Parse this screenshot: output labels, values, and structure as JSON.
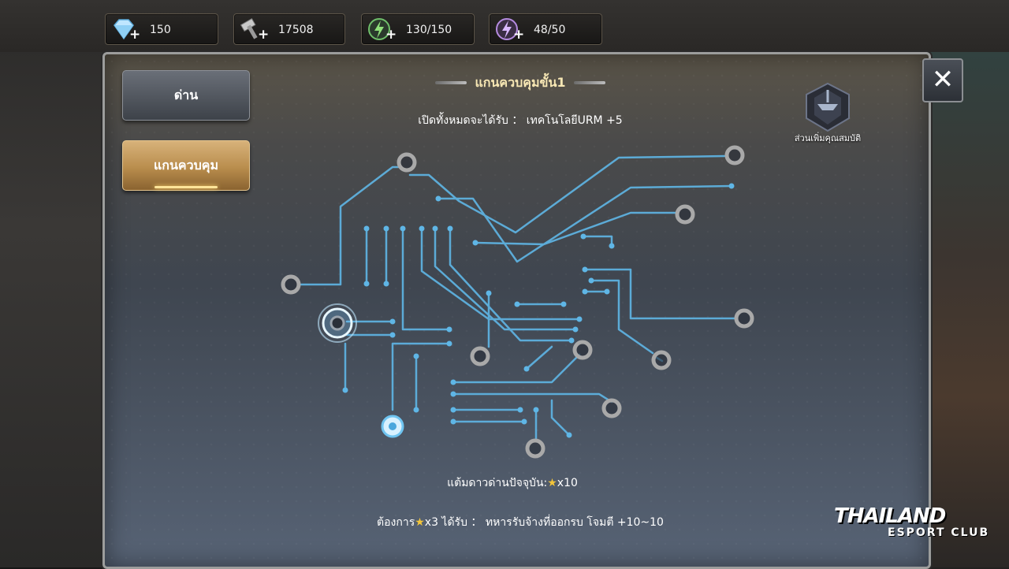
{
  "resources": [
    {
      "icon": "diamond-icon",
      "value": "150"
    },
    {
      "icon": "hammer-icon",
      "value": "17508"
    },
    {
      "icon": "green-energy-icon",
      "value": "130/150"
    },
    {
      "icon": "purple-energy-icon",
      "value": "48/50"
    }
  ],
  "side_menu": {
    "stage_label": "ด่าน",
    "core_label": "แกนควบคุม"
  },
  "panel": {
    "title": "แกนควบคุมขั้น1",
    "reward_text": "เปิดทั้งหมดจะได้รับ ： เทคโนโลยีURM +5",
    "badge_label": "ส่วนเพิ่มคุณสมบัติ",
    "stars_prefix": "แต้มดาวด่านปัจจุบัน:",
    "stars_suffix": "x10",
    "req_prefix": "ต้องการ",
    "req_mid": "x3   ได้รับ ： ทหารรับจ้างที่ออกรบ โจมตี +10~10"
  },
  "watermark": {
    "main": "THAILAND",
    "sub": "ESPORT CLUB"
  },
  "colors": {
    "circuit": "#5fb6e6",
    "node": "#a9a9a9",
    "accent_gold": "#c99a55"
  }
}
